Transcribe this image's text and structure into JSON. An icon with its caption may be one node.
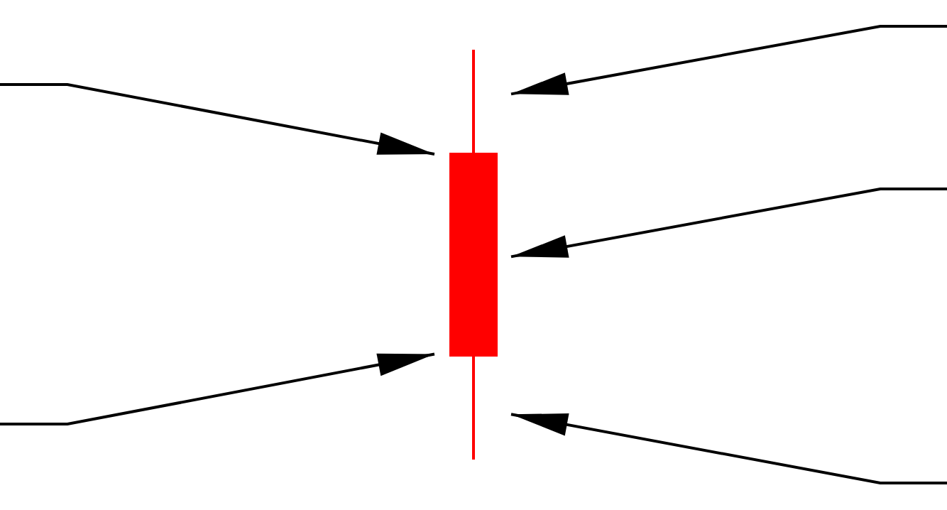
{
  "diagram": {
    "nodes": [
      {
        "text": [],
        "shape": "line"
      },
      {
        "text": [],
        "shape": "bar"
      },
      {
        "text": [],
        "shape": "line"
      }
    ],
    "edges": [
      {
        "from": null,
        "to": 0,
        "arrow": "to"
      },
      {
        "from": null,
        "to": 1,
        "arrow": "to"
      },
      {
        "from": null,
        "to": 1,
        "arrow": "to"
      },
      {
        "from": null,
        "to": 1,
        "arrow": "to"
      },
      {
        "from": null,
        "to": 2,
        "arrow": "to"
      }
    ]
  }
}
